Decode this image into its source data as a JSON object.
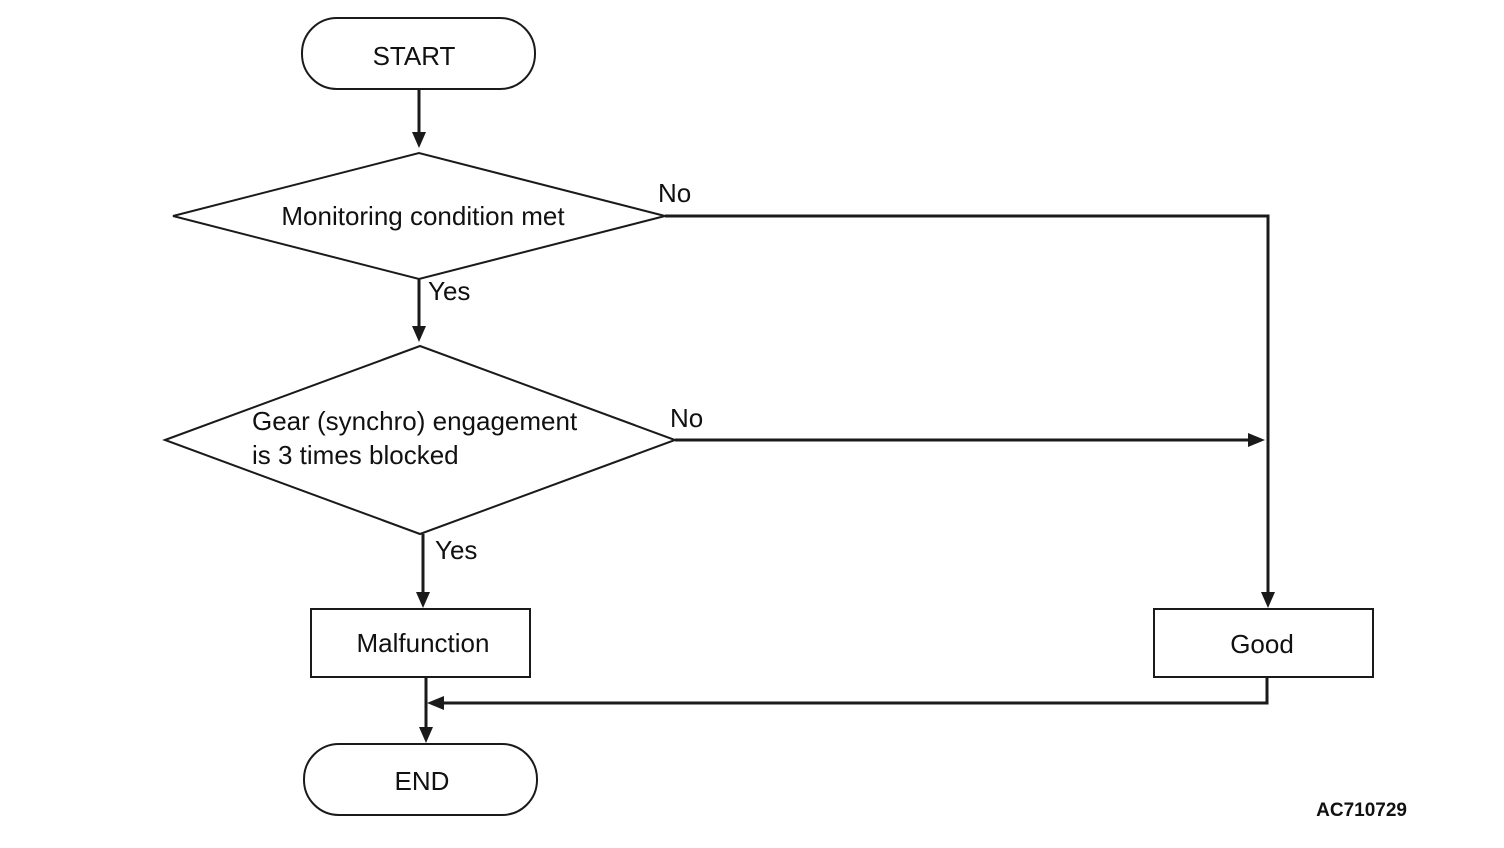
{
  "nodes": {
    "start": {
      "label": "START"
    },
    "decision_monitoring": {
      "label": "Monitoring condition met"
    },
    "decision_gear": {
      "line1": "Gear (synchro) engagement",
      "line2": "is 3 times blocked"
    },
    "malfunction": {
      "label": "Malfunction"
    },
    "good": {
      "label": "Good"
    },
    "end": {
      "label": "END"
    }
  },
  "edges": {
    "monitoring_yes": "Yes",
    "monitoring_no": "No",
    "gear_yes": "Yes",
    "gear_no": "No"
  },
  "figure_code": "AC710729",
  "colors": {
    "stroke": "#1a1a1a",
    "fill": "#ffffff",
    "text": "#111111"
  }
}
